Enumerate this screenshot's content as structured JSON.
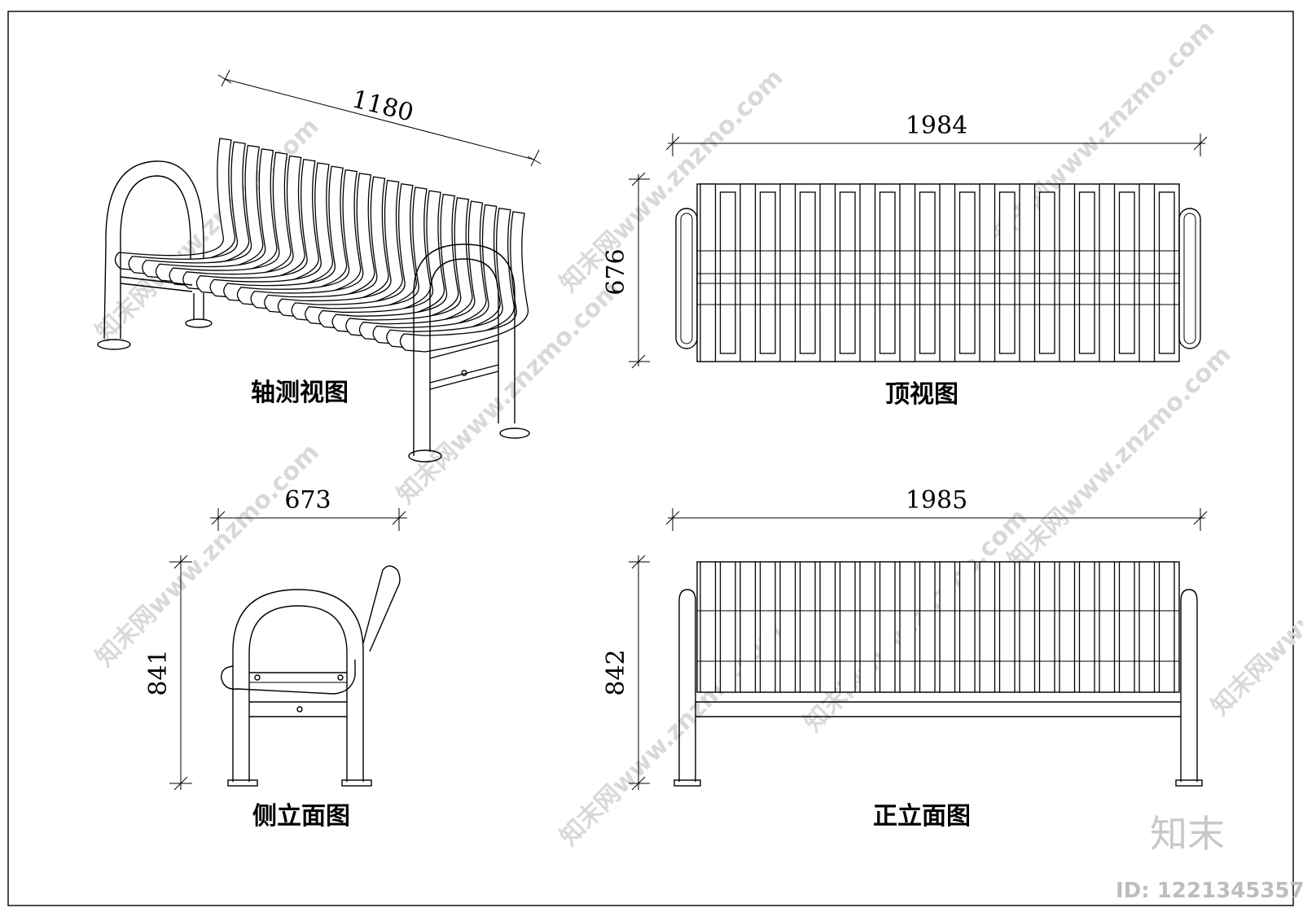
{
  "views": {
    "axonometric": {
      "caption": "轴测视图",
      "dim_length": "1180"
    },
    "top": {
      "caption": "顶视图",
      "dim_width": "1984",
      "dim_depth": "676"
    },
    "side": {
      "caption": "侧立面图",
      "dim_depth": "673",
      "dim_height": "841"
    },
    "front": {
      "caption": "正立面图",
      "dim_width": "1985",
      "dim_height": "842"
    }
  },
  "watermark": {
    "text": "知末网www.znzmo.com",
    "brand": "知末",
    "id": "ID: 1221345357"
  },
  "colors": {
    "line": "#000000",
    "watermark": "#d9d9d9",
    "background": "#ffffff"
  }
}
